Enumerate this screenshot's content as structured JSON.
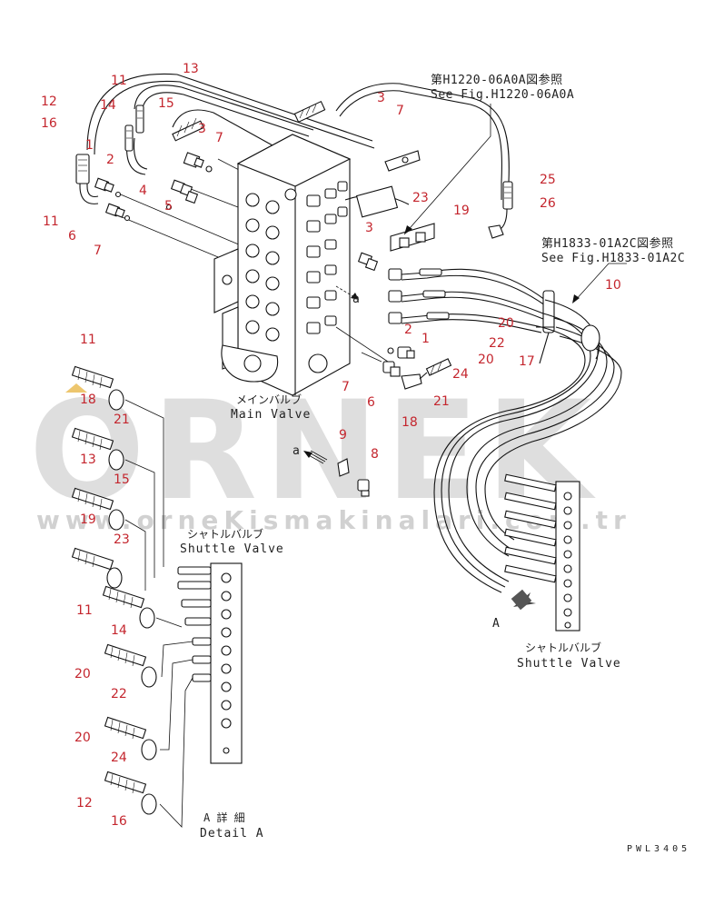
{
  "main_valve": {
    "label_jp": "メインバルブ",
    "label_en": "Main Valve"
  },
  "shuttle_valve_top": {
    "label_jp": "シャトルバルブ",
    "label_en": "Shuttle Valve"
  },
  "shuttle_valve_right": {
    "label_jp": "シャトルバルブ",
    "label_en": "Shuttle Valve"
  },
  "ref_top": {
    "jp": "第H1220-06A0A図参照",
    "en": "See Fig.H1220-06A0A"
  },
  "ref_right": {
    "jp": "第H1833-01A2C図参照",
    "en": "See Fig.H1833-01A2C"
  },
  "detail": {
    "jp": "A 詳 細",
    "en": "Detail A"
  },
  "view_arrow_a": "a",
  "view_arrow_a_lower": "a",
  "view_arrow_a_upper": "a",
  "view_arrow_A": "A",
  "drawing_code": "PWL3405",
  "watermark": {
    "brand": "ORNEK",
    "url": "www.orneKismakinalari.com.tr"
  },
  "part_numbers": [
    {
      "n": "13"
    },
    {
      "n": "11"
    },
    {
      "n": "12"
    },
    {
      "n": "14"
    },
    {
      "n": "15"
    },
    {
      "n": "16"
    },
    {
      "n": "3"
    },
    {
      "n": "7"
    },
    {
      "n": "1"
    },
    {
      "n": "2"
    },
    {
      "n": "4"
    },
    {
      "n": "5"
    },
    {
      "n": "11"
    },
    {
      "n": "6"
    },
    {
      "n": "7"
    },
    {
      "n": "3"
    },
    {
      "n": "7"
    },
    {
      "n": "23"
    },
    {
      "n": "25"
    },
    {
      "n": "26"
    },
    {
      "n": "19"
    },
    {
      "n": "3"
    },
    {
      "n": "10"
    },
    {
      "n": "2"
    },
    {
      "n": "1"
    },
    {
      "n": "20"
    },
    {
      "n": "22"
    },
    {
      "n": "20"
    },
    {
      "n": "17"
    },
    {
      "n": "24"
    },
    {
      "n": "7"
    },
    {
      "n": "6"
    },
    {
      "n": "21"
    },
    {
      "n": "18"
    },
    {
      "n": "9"
    },
    {
      "n": "8"
    },
    {
      "n": "11"
    },
    {
      "n": "18"
    },
    {
      "n": "21"
    },
    {
      "n": "13"
    },
    {
      "n": "15"
    },
    {
      "n": "19"
    },
    {
      "n": "23"
    },
    {
      "n": "11"
    },
    {
      "n": "14"
    },
    {
      "n": "20"
    },
    {
      "n": "22"
    },
    {
      "n": "20"
    },
    {
      "n": "24"
    },
    {
      "n": "12"
    },
    {
      "n": "16"
    }
  ]
}
